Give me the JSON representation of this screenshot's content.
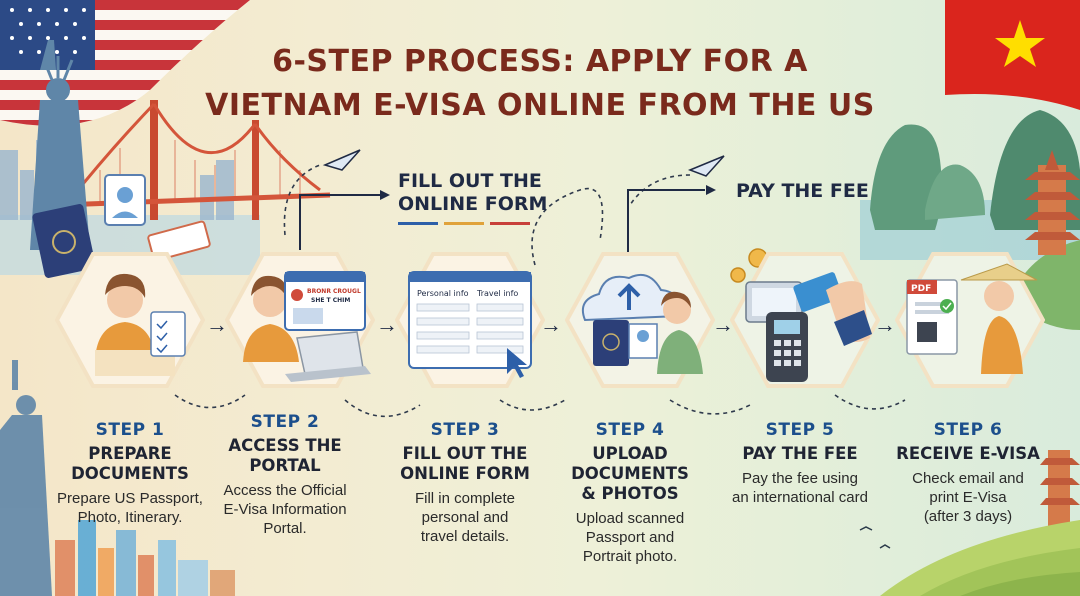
{
  "header": {
    "title_line1": "6-STEP PROCESS: APPLY FOR A",
    "title_line2": "VIETNAM E-VISA ONLINE FROM THE US"
  },
  "callouts": {
    "fill_form": [
      "FILL OUT THE",
      "ONLINE FORM"
    ],
    "pay_fee": "PAY THE FEE"
  },
  "illustration_text": {
    "portal_sign": [
      "BRONR CROUGL",
      "SHE T CHIM"
    ],
    "form_headers": [
      "Personal info",
      "Travel info"
    ],
    "pdf_label": "PDF"
  },
  "steps": [
    {
      "number": "STEP 1",
      "title": [
        "PREPARE DOCUMENTS"
      ],
      "desc": [
        "Prepare US Passport,",
        "Photo, Itinerary."
      ]
    },
    {
      "number": "STEP 2",
      "title": [
        "ACCESS THE",
        "PORTAL"
      ],
      "desc": [
        "Access the Official",
        "E-Visa Information",
        "Portal."
      ]
    },
    {
      "number": "STEP 3",
      "title": [
        "FILL OUT THE",
        "ONLINE FORM"
      ],
      "desc": [
        "Fill in complete",
        "personal and",
        "travel details."
      ]
    },
    {
      "number": "STEP 4",
      "title": [
        "UPLOAD DOCUMENTS",
        "& PHOTOS"
      ],
      "desc": [
        "Upload scanned",
        "Passport and",
        "Portrait photo."
      ]
    },
    {
      "number": "STEP 5",
      "title": [
        "PAY THE FEE"
      ],
      "desc": [
        "Pay the fee using",
        "an international card"
      ]
    },
    {
      "number": "STEP 6",
      "title": [
        "RECEIVE E-VISA"
      ],
      "desc": [
        "Check email and",
        "print E-Visa",
        "(after 3 days)"
      ]
    }
  ],
  "arrow_glyph": "→",
  "colors": {
    "title": "#7a2a1c",
    "step_number": "#1c4f8c",
    "step_title": "#1f2433",
    "vietnam_flag_red": "#da251d",
    "vietnam_flag_star": "#ffde00",
    "hex_border": "#f3e2c4"
  },
  "icons": [
    "us-flag-icon",
    "statue-of-liberty-icon",
    "golden-gate-bridge-icon",
    "passport-icon",
    "photo-id-icon",
    "ticket-icon",
    "vietnam-flag-icon",
    "pagoda-icon",
    "paper-plane-icon",
    "laptop-icon",
    "cloud-upload-icon",
    "card-terminal-icon",
    "pdf-document-icon",
    "coin-icon"
  ]
}
